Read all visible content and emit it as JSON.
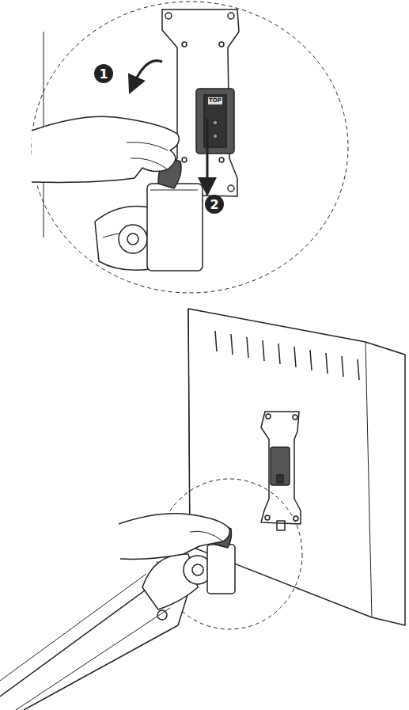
{
  "diagram": {
    "labels": [
      "1",
      "TOP",
      "2"
    ]
  }
}
